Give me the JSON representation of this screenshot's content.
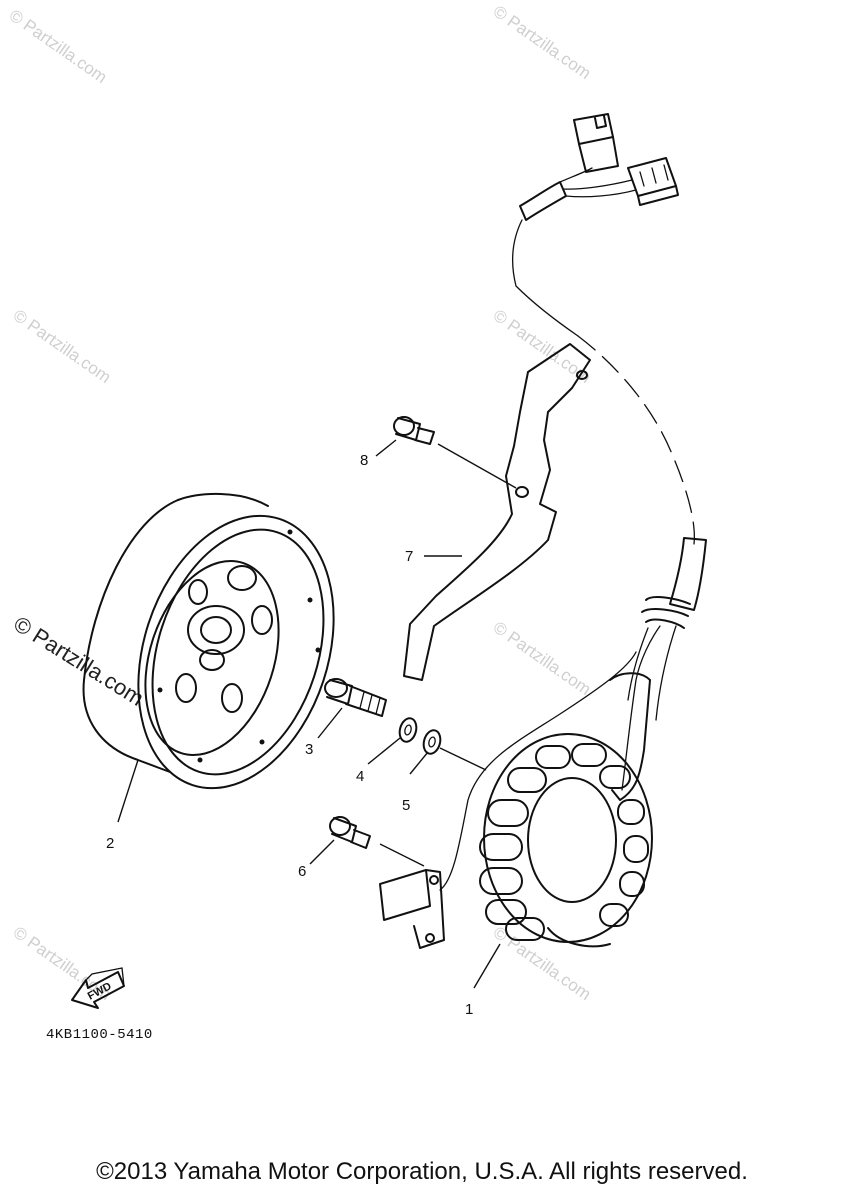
{
  "diagram": {
    "part_code": "4KB1100-5410",
    "fwd_label": "FWD",
    "callouts": [
      "1",
      "2",
      "3",
      "4",
      "5",
      "6",
      "7",
      "8"
    ],
    "watermark": "© Partzilla.com"
  },
  "footer": {
    "copyright": "©2013 Yamaha Motor Corporation, U.S.A. All rights reserved."
  }
}
